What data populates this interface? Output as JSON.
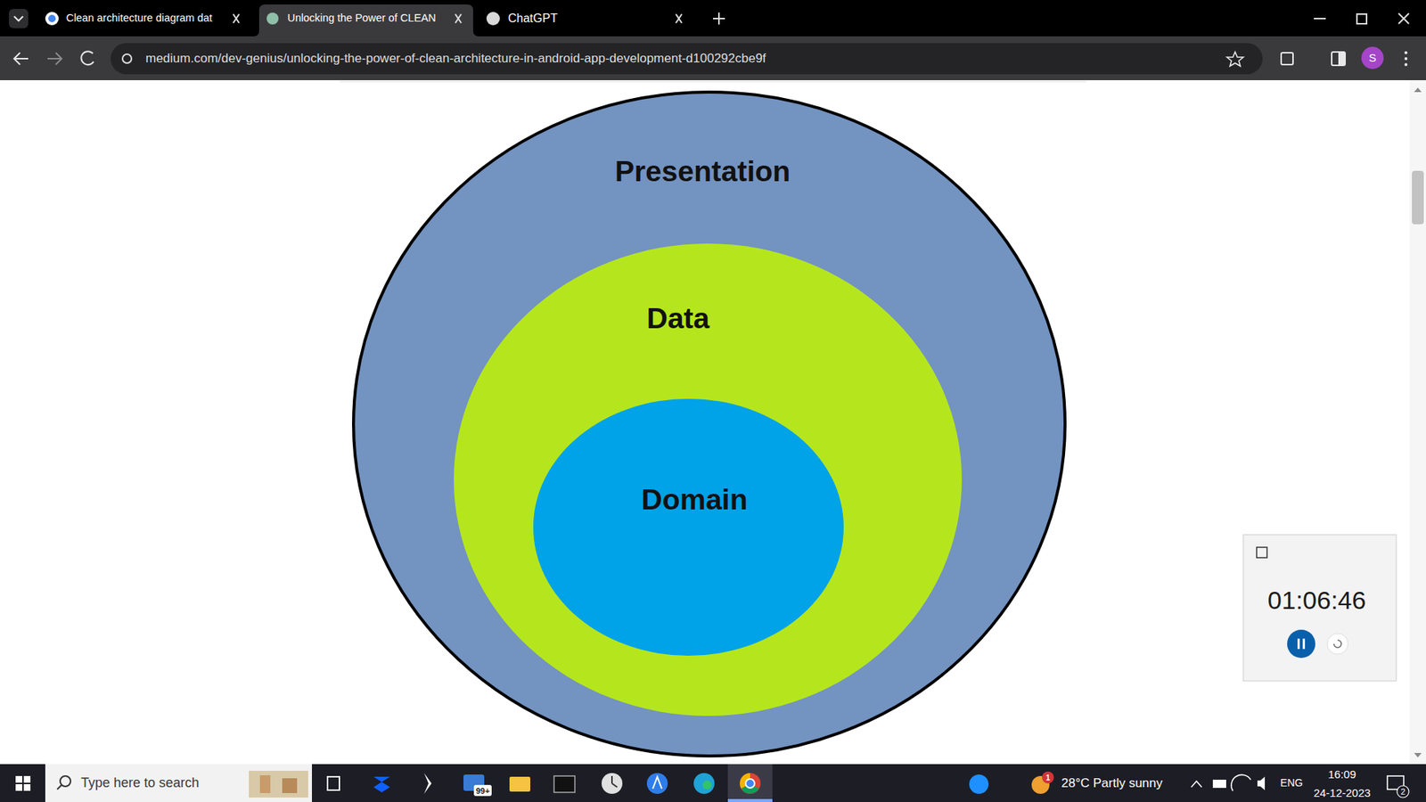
{
  "diagram": {
    "nodes": [
      {
        "text": [
          "Presentation"
        ]
      },
      {
        "text": [
          "Data"
        ],
        "in": 0
      },
      {
        "text": [
          "Domain"
        ],
        "in": 1
      }
    ],
    "labels": [
      "Clean architecture diagram dat",
      "Unlocking the Power of CLEAN",
      "ChatGPT",
      "medium.com/dev-genius/unlocking-the-power-of-clean-architecture-in-android-app-development-d100292cbe9f",
      "S",
      "01:06:46",
      "Type here to search",
      "99+",
      "1",
      "28°C Partly sunny",
      "ENG",
      "16:09",
      "24-12-2023",
      "2"
    ]
  }
}
